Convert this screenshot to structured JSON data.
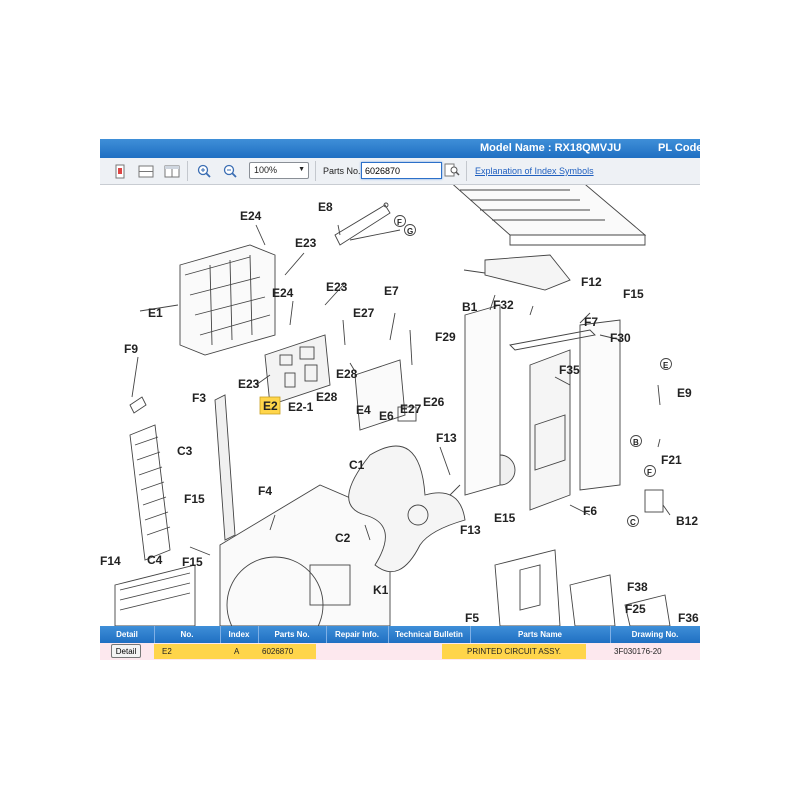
{
  "header": {
    "model_name": "Model Name : RX18QMVJU",
    "pl_code": "PL Code"
  },
  "toolbar": {
    "zoom": "100%",
    "parts_label": "Parts No.",
    "parts_value": "6026870",
    "explanation_link": "Explanation of Index Symbols"
  },
  "diagram": {
    "labels": {
      "E24a": "E24",
      "E8": "E8",
      "F": "F",
      "G": "G",
      "E23a": "E23",
      "E1": "E1",
      "E24b": "E24",
      "E23b": "E23",
      "E7": "E7",
      "E27a": "E27",
      "F9": "F9",
      "E28a": "E28",
      "E23c": "E23",
      "F3": "F3",
      "E2": "E2",
      "E2_1": "E2-1",
      "E28b": "E28",
      "E4": "E4",
      "E6": "E6",
      "E27b": "E27",
      "E26": "E26",
      "C3": "C3",
      "C1": "C1",
      "F15a": "F15",
      "F4": "F4",
      "C2": "C2",
      "F14": "F14",
      "C4": "C4",
      "F15b": "F15",
      "K1": "K1",
      "F12": "F12",
      "F15c": "F15",
      "B1": "B1",
      "F32": "F32",
      "F7": "F7",
      "F29": "F29",
      "F30": "F30",
      "F35": "F35",
      "E": "E",
      "E9": "E9",
      "F13a": "F13",
      "B": "B",
      "F_2": "F",
      "F21": "F21",
      "C": "C",
      "E15": "E15",
      "F13b": "F13",
      "F6": "F6",
      "B12": "B12",
      "F38": "F38",
      "F25": "F25",
      "F36": "F36",
      "F5": "F5"
    }
  },
  "table": {
    "headers": {
      "detail": "Detail",
      "no": "No.",
      "index": "Index",
      "parts_no": "Parts No.",
      "repair": "Repair Info.",
      "bulletin": "Technical Bulletin",
      "parts_name": "Parts Name",
      "drawing": "Drawing No."
    },
    "row": {
      "detail_btn": "Detail",
      "no": "E2",
      "index": "A",
      "parts_no": "6026870",
      "repair": "",
      "bulletin": "",
      "parts_name": "PRINTED CIRCUIT ASSY.",
      "drawing": "3F030176-20"
    }
  },
  "colors": {
    "header_blue": "#1f6fc2",
    "highlight": "#ffd54a",
    "row_pink": "#fde8ee",
    "link": "#1f5fbf"
  }
}
